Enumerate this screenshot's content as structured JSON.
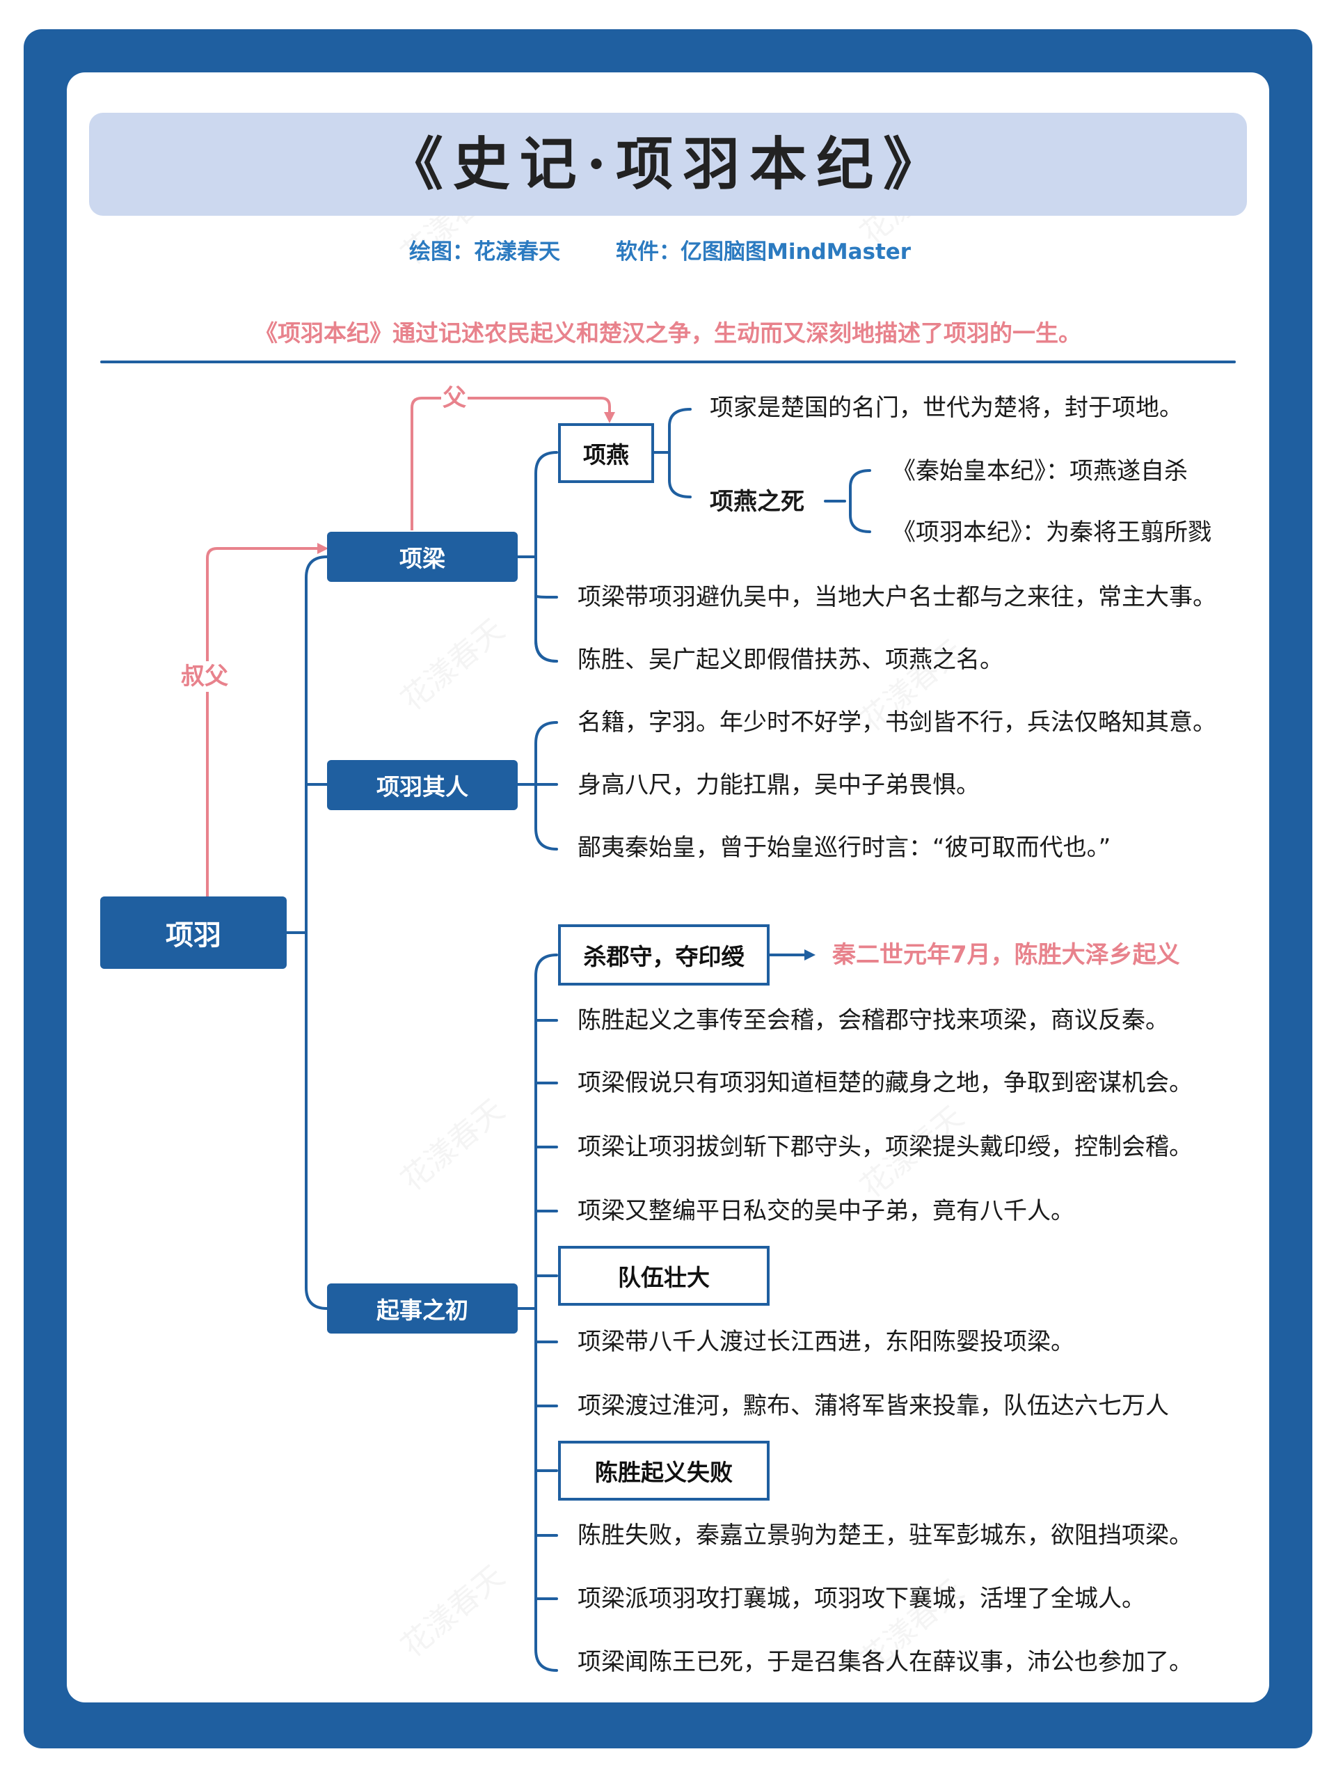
{
  "title": "《史记·项羽本纪》",
  "credits": {
    "author": "绘图：花漾春天",
    "software": "软件：亿图脑图MindMaster"
  },
  "intro": "《项羽本纪》通过记述农民起义和楚汉之争，生动而又深刻地描述了项羽的一生。",
  "watermark": "花漾春天",
  "colors": {
    "primary": "#1f5fa0",
    "title_bg": "#ccd8ef",
    "accent_pink": "#e8828c",
    "credit_blue": "#2b7ac0"
  },
  "root": "项羽",
  "relations": {
    "uncle": "叔父",
    "father": "父"
  },
  "branches": {
    "xiangliang": {
      "label": "项梁",
      "xiangyan": {
        "label": "项燕",
        "fact": "项家是楚国的名门，世代为楚将，封于项地。",
        "death": {
          "label": "项燕之死",
          "items": [
            "《秦始皇本纪》：项燕遂自杀",
            "《项羽本纪》：为秦将王翦所戮"
          ]
        }
      },
      "items": [
        "项梁带项羽避仇吴中，当地大户名士都与之来往，常主大事。",
        "陈胜、吴广起义即假借扶苏、项燕之名。"
      ]
    },
    "person": {
      "label": "项羽其人",
      "items": [
        "名籍，字羽。年少时不好学，书剑皆不行，兵法仅略知其意。",
        "身高八尺，力能扛鼎，吴中子弟畏惧。",
        "鄙夷秦始皇，曾于始皇巡行时言：“彼可取而代也。”"
      ]
    },
    "beginning": {
      "label": "起事之初",
      "groups": [
        {
          "label": "杀郡守，夺印绶",
          "note": "秦二世元年7月，陈胜大泽乡起义",
          "items": [
            "陈胜起义之事传至会稽，会稽郡守找来项梁，商议反秦。",
            "项梁假说只有项羽知道桓楚的藏身之地，争取到密谋机会。",
            "项梁让项羽拔剑斩下郡守头，项梁提头戴印绶，控制会稽。",
            "项梁又整编平日私交的吴中子弟，竟有八千人。"
          ]
        },
        {
          "label": "队伍壮大",
          "items": [
            "项梁带八千人渡过长江西进，东阳陈婴投项梁。",
            "项梁渡过淮河，黥布、蒲将军皆来投靠，队伍达六七万人"
          ]
        },
        {
          "label": "陈胜起义失败",
          "items": [
            "陈胜失败，秦嘉立景驹为楚王，驻军彭城东，欲阻挡项梁。",
            "项梁派项羽攻打襄城，项羽攻下襄城，活埋了全城人。",
            "项梁闻陈王已死，于是召集各人在薛议事，沛公也参加了。"
          ]
        }
      ]
    }
  }
}
